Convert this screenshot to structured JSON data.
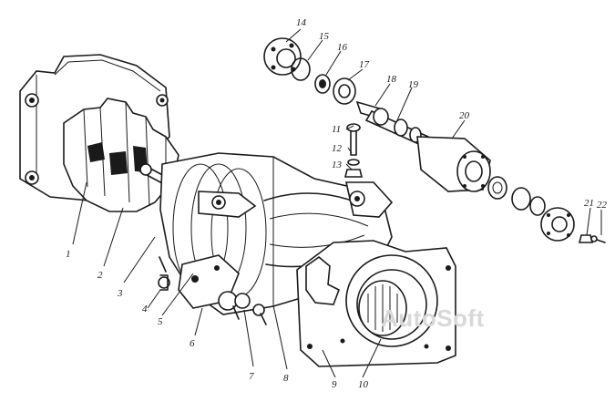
{
  "watermark": "AutoSoft",
  "callouts": [
    "1",
    "2",
    "3",
    "4",
    "5",
    "6",
    "7",
    "8",
    "9",
    "10",
    "11",
    "12",
    "13",
    "14",
    "15",
    "16",
    "17",
    "18",
    "19",
    "20",
    "21",
    "22"
  ]
}
